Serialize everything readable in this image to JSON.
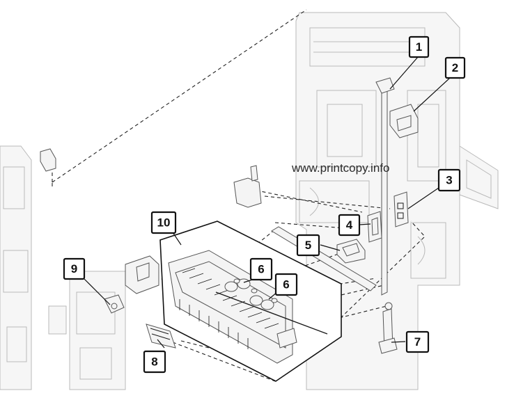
{
  "watermark": "www.printcopy.info",
  "callouts": [
    "1",
    "2",
    "3",
    "4",
    "5",
    "6",
    "6",
    "7",
    "8",
    "9",
    "10"
  ]
}
